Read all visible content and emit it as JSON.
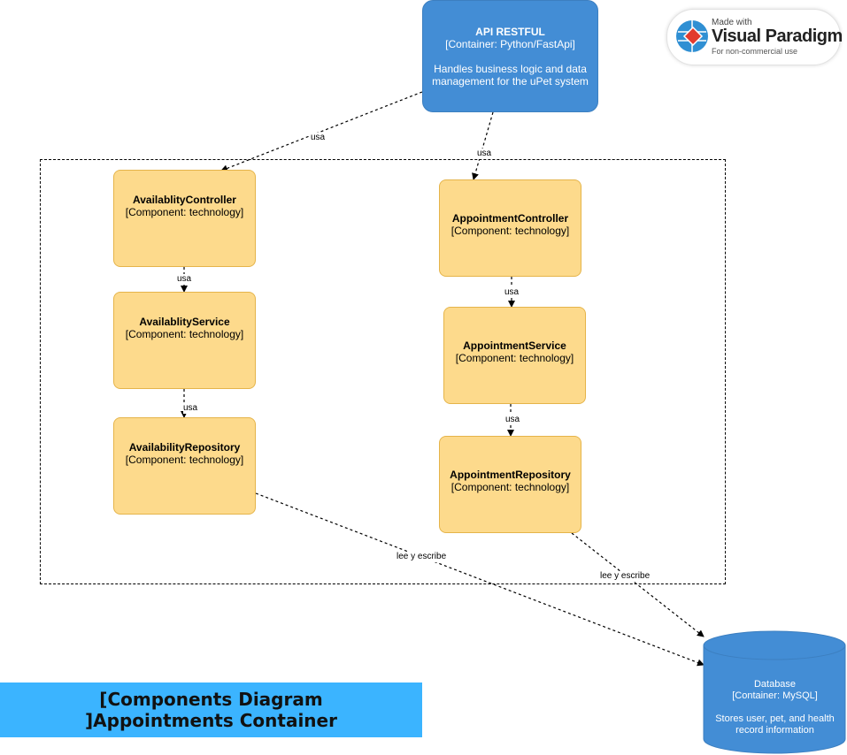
{
  "api": {
    "name": "API RESTFUL",
    "container": "[Container: Python/FastApi]",
    "description": "Handles business logic and data management for the uPet system"
  },
  "components": {
    "availability_controller": {
      "name": "AvailablityController",
      "tech": "[Component: technology]"
    },
    "availability_service": {
      "name": "AvailablityService",
      "tech": "[Component: technology]"
    },
    "availability_repository": {
      "name": "AvailabilityRepository",
      "tech": "[Component: technology]"
    },
    "appointment_controller": {
      "name": "AppointmentController",
      "tech": "[Component: technology]"
    },
    "appointment_service": {
      "name": "AppointmentService",
      "tech": "[Component: technology]"
    },
    "appointment_repository": {
      "name": "AppointmentRepository",
      "tech": "[Component: technology]"
    }
  },
  "database": {
    "name": "Database",
    "container": "[Container: MySQL]",
    "description": "Stores user, pet, and health record information"
  },
  "edges": {
    "api_to_availability_controller": "usa",
    "api_to_appointment_controller": "usa",
    "availability_controller_to_service": "usa",
    "availability_service_to_repository": "usa",
    "appointment_controller_to_service": "usa",
    "appointment_service_to_repository": "usa",
    "availability_repository_to_db": "lee y escribe",
    "appointment_repository_to_db": "lee y escribe"
  },
  "caption": "[Components Diagram ]Appointments Container",
  "watermark": {
    "made_with": "Made with",
    "brand": "Visual Paradigm",
    "note": "For non-commercial use",
    "logo_icon": "visual-paradigm-logo-icon"
  },
  "colors": {
    "container_blue": "#438dd5",
    "component_yellow": "#fdda8c",
    "caption_blue": "#3bb4ff"
  }
}
